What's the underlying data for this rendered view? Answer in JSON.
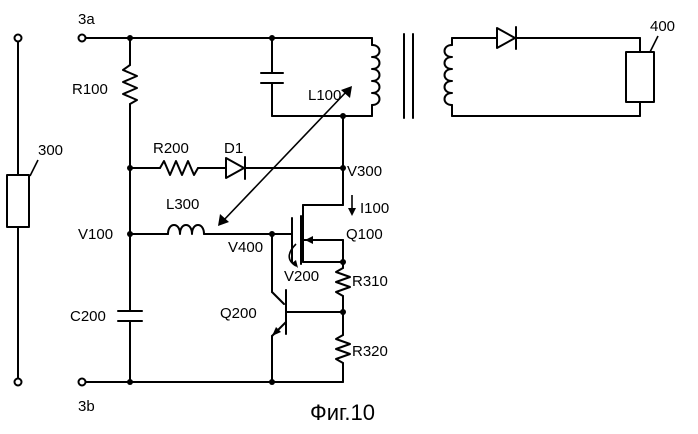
{
  "terminals": {
    "top": "3a",
    "bottom": "3b"
  },
  "blocks": {
    "load_left": "300",
    "load_right": "400"
  },
  "components": {
    "r100": "R100",
    "r200": "R200",
    "d1": "D1",
    "l100": "L100",
    "l300": "L300",
    "c200": "C200",
    "q100": "Q100",
    "q200": "Q200",
    "r310": "R310",
    "r320": "R320"
  },
  "nodes": {
    "v100": "V100",
    "v300": "V300",
    "v400": "V400",
    "v200": "V200",
    "i100": "I100"
  },
  "caption": "Фиг.10"
}
